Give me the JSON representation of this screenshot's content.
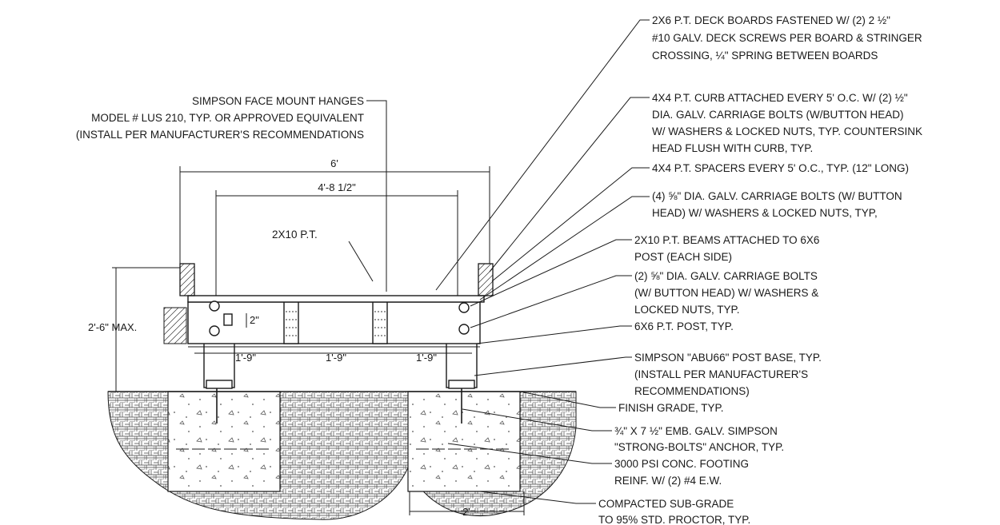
{
  "callouts_right": [
    {
      "lines": [
        "2X6 P.T. DECK BOARDS FASTENED W/ (2) 2 ½\"",
        "#10 GALV. DECK SCREWS PER BOARD & STRINGER",
        "CROSSING, ¼\" SPRING BETWEEN BOARDS"
      ]
    },
    {
      "lines": [
        "4X4 P.T. CURB ATTACHED EVERY 5' O.C. W/ (2) ½\"",
        "DIA. GALV. CARRIAGE BOLTS (W/BUTTON HEAD)",
        " W/ WASHERS & LOCKED NUTS, TYP. COUNTERSINK",
        "HEAD FLUSH WITH CURB, TYP."
      ]
    },
    {
      "lines": [
        "4X4 P.T. SPACERS EVERY 5' O.C., TYP. (12\" LONG)"
      ]
    },
    {
      "lines": [
        "(4) ⅝\" DIA. GALV. CARRIAGE BOLTS (W/ BUTTON",
        "HEAD) W/ WASHERS & LOCKED NUTS, TYP,"
      ]
    },
    {
      "lines": [
        "2X10 P.T. BEAMS ATTACHED TO 6X6",
        "POST (EACH SIDE)"
      ]
    },
    {
      "lines": [
        "(2) ⅝\" DIA. GALV. CARRIAGE BOLTS",
        "(W/ BUTTON HEAD) W/ WASHERS &",
        "LOCKED NUTS, TYP."
      ]
    },
    {
      "lines": [
        "6X6 P.T. POST, TYP."
      ]
    },
    {
      "lines": [
        "SIMPSON \"ABU66\" POST BASE, TYP.",
        "(INSTALL PER MANUFACTURER'S",
        "RECOMMENDATIONS)"
      ]
    },
    {
      "lines": [
        "FINISH GRADE, TYP."
      ]
    },
    {
      "lines": [
        "¾\" X 7 ½\" EMB. GALV. SIMPSON",
        "\"STRONG-BOLTS\" ANCHOR, TYP."
      ]
    },
    {
      "lines": [
        "3000 PSI CONC. FOOTING",
        "REINF. W/ (2) #4 E.W."
      ]
    },
    {
      "lines": [
        "COMPACTED SUB-GRADE",
        "TO 95% STD. PROCTOR, TYP."
      ]
    }
  ],
  "callout_left": {
    "lines": [
      "SIMPSON FACE MOUNT HANGES",
      "MODEL # LUS 210, TYP. OR APPROVED EQUIVALENT",
      "(INSTALL PER MANUFACTURER'S RECOMMENDATIONS"
    ]
  },
  "label_beam": "2X10 P.T.",
  "dimensions": {
    "overall_width": "6'",
    "post_spacing": "4'-8 1/2\"",
    "height": "2'-6\" MAX.",
    "stringer_spacing": [
      "1'-9\"",
      "1'-9\"",
      "1'-9\""
    ],
    "footing_width": "2'",
    "bolt_gap": "2\""
  }
}
